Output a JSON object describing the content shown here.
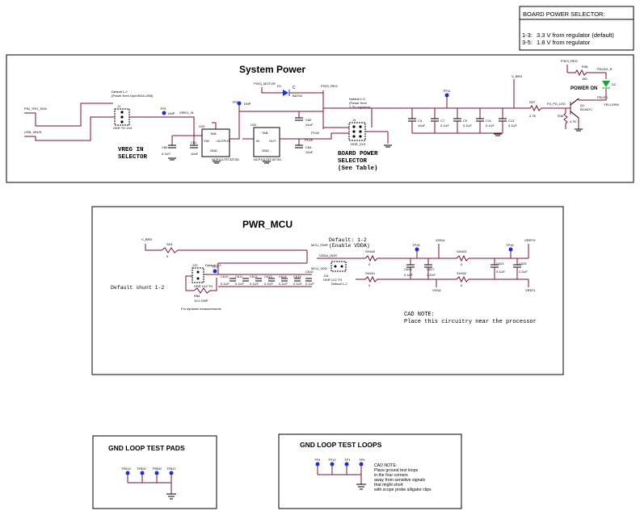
{
  "board_power_selector": {
    "title": "BOARD POWER SELECTOR:",
    "rows": [
      {
        "pins": "1-3:",
        "text": "3.3 V from regulator (default)"
      },
      {
        "pins": "3-5:",
        "text": "1.8 V from regulator"
      }
    ]
  },
  "system_power": {
    "title": "System Power",
    "nets": {
      "pin_trg_sda": "PIN_TRG_SDA",
      "usb_vbus": "USB_VBUS",
      "vreg_in": "VREG_IN",
      "p3v3_motor": "P3V3_MOTOR",
      "p3v3_reg": "P3V3_REG",
      "p3v3_reg_top": "P3V3_REG",
      "v_brd": "V_BRD",
      "p3_pd_led": "P3_PD_LED",
      "pdled_r": "PDLED_R",
      "pdled": "PDLED",
      "p1v8": "P1V8"
    },
    "j1": {
      "ref": "J1",
      "part": "HDR TH 1X3",
      "note1": "Default 1-2",
      "note2": "(Power from OpenSDA USB)"
    },
    "vreg_label": [
      "VREG IN",
      "SELECTOR"
    ],
    "tp3": {
      "ref": "TP3",
      "val": "DNP"
    },
    "tp2": {
      "ref": "TP2",
      "val": "DNP"
    },
    "tp11": {
      "ref": "TP11"
    },
    "u20": {
      "ref": "U20",
      "tab": "TAB",
      "in": "VIN",
      "out": "OUTPUT",
      "gnd": "GND",
      "part": "NCP1117ST33T3G"
    },
    "u2": {
      "ref": "U22",
      "tab": "TAB",
      "in": "IN",
      "out": "OUT",
      "gnd": "GND",
      "part": "NCP1117ST18T3G"
    },
    "d1": {
      "ref": "D1",
      "part": "BAT54"
    },
    "j4": {
      "ref": "J4",
      "part": "HDR_2X3",
      "note1": "Default 1-3",
      "note2": "(Power from",
      "note3": "3.3V regulator)"
    },
    "board_label": [
      "BOARD POWER",
      "SELECTOR",
      "(See Table)"
    ],
    "caps": [
      {
        "ref": "C80",
        "val": "0.1UF"
      },
      {
        "ref": "C81",
        "val": "10uF"
      },
      {
        "ref": "C82",
        "val": "10uF"
      },
      {
        "ref": "C83",
        "val": "0.1UF"
      },
      {
        "ref": "C84",
        "val": "10uF"
      },
      {
        "ref": "C4",
        "val": "10uF"
      },
      {
        "ref": "C7",
        "val": "0.1UF"
      },
      {
        "ref": "C9",
        "val": "0.1UF"
      },
      {
        "ref": "C11",
        "val": "0.1UF"
      },
      {
        "ref": "C13",
        "val": "0.1UF"
      }
    ],
    "r37": {
      "ref": "R37",
      "val": "2.7K"
    },
    "r38": {
      "ref": "R38",
      "val": "180"
    },
    "r36": {
      "ref": "R36",
      "val": "4.7K"
    },
    "q1": {
      "ref": "Q1",
      "part": "BC847C"
    },
    "d2": {
      "ref": "D2",
      "part": "YELLGRN"
    },
    "power_on": "POWER ON"
  },
  "pwr_mcu": {
    "title": "PWR_MCU",
    "default_note": [
      "Default: 1-2",
      "(Enable VDDA)"
    ],
    "nets": {
      "v_brd": "V_BRD",
      "mcu_pwr": "MCU_PWR",
      "mcu_vdd": "MCU_VDD",
      "vdda_hdr": "VDDA_HDR",
      "vdda": "VDDA",
      "vrefh": "VREFH",
      "vssa": "VSSA",
      "vrefl": "VREFL"
    },
    "r_parts": [
      {
        "ref": "SH1",
        "val": "0"
      },
      {
        "ref": "SH400",
        "val": "0"
      },
      {
        "ref": "SH401",
        "val": "0"
      },
      {
        "ref": "SH403",
        "val": "0"
      },
      {
        "ref": "SH402",
        "val": "0"
      },
      {
        "ref": "R56",
        "val": "10.0 DNP"
      }
    ],
    "j3": {
      "ref": "J13",
      "part": "HDR 1X2 TH",
      "note": "Default 1-2"
    },
    "j14": {
      "ref": "J14",
      "part": "HDR 1X2 TH",
      "note": "Default 1-2"
    },
    "tp": [
      "TP1",
      "TP15",
      "TP16"
    ],
    "caps": [
      {
        "ref": "C610",
        "val": "0.1UF"
      },
      {
        "ref": "C611",
        "val": "0.1UF"
      },
      {
        "ref": "C612",
        "val": "0.1UF"
      },
      {
        "ref": "C613",
        "val": "0.1UF"
      },
      {
        "ref": "C614",
        "val": "0.1UF"
      },
      {
        "ref": "C615",
        "val": "0.1UF"
      },
      {
        "ref": "C616",
        "val": "0.1UF"
      },
      {
        "ref": "C626",
        "val": "0.1UF"
      },
      {
        "ref": "C627",
        "val": "2.2UF"
      },
      {
        "ref": "C624",
        "val": "0.1UF"
      },
      {
        "ref": "C625",
        "val": "2.2UF"
      }
    ],
    "shunt": "Default shunt 1-2",
    "dyn": "For dynamic measurements",
    "cad_note": [
      "CAD NOTE:",
      "Place this circuitry near the processor"
    ]
  },
  "gnd_pads": {
    "title": "GND LOOP TEST PADS",
    "tps": [
      "TP613",
      "TP801",
      "TP800",
      "TP817"
    ]
  },
  "gnd_loops": {
    "title": "GND LOOP TEST LOOPS",
    "tps": [
      "TP4",
      "TP12",
      "TP1",
      "TP9"
    ],
    "note": [
      "CAD NOTE:",
      "Place ground test loops",
      "in the four corners",
      "away from sensitive signals",
      "that might short",
      "with scope probe alligator clips"
    ]
  }
}
